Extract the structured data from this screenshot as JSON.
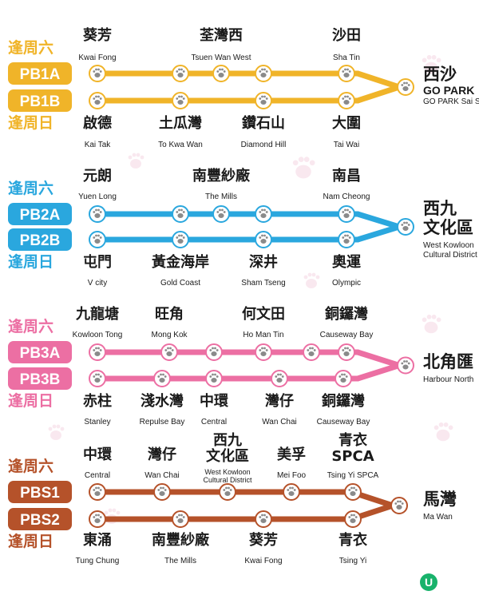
{
  "colors": {
    "PB1": "#f0b429",
    "PB2": "#2aa7de",
    "PB3": "#ec6fa3",
    "PBS": "#b5522a"
  },
  "routes": [
    {
      "id": "PB1",
      "color_key": "PB1",
      "day_top": "逢周六",
      "day_bottom": "逢周日",
      "top_route": "PB1A",
      "bottom_route": "PB1B",
      "dest": {
        "zh": [
          "西沙"
        ],
        "en": [
          "GO PARK",
          "GO PARK Sai Sha"
        ]
      },
      "top_stops": [
        {
          "zh": "葵芳",
          "en": "Kwai Fong"
        },
        {
          "zh": "荃灣西",
          "en": "Tsuen Wan West"
        },
        {
          "zh": "沙田",
          "en": "Sha Tin"
        }
      ],
      "bottom_stops": [
        {
          "zh": "啟德",
          "en": "Kai Tak"
        },
        {
          "zh": "土瓜灣",
          "en": "To Kwa Wan"
        },
        {
          "zh": "鑽石山",
          "en": "Diamond Hill"
        },
        {
          "zh": "大圍",
          "en": "Tai Wai"
        }
      ]
    },
    {
      "id": "PB2",
      "color_key": "PB2",
      "day_top": "逢周六",
      "day_bottom": "逢周日",
      "top_route": "PB2A",
      "bottom_route": "PB2B",
      "dest": {
        "zh": [
          "西九",
          "文化區"
        ],
        "en": [
          "West Kowloon",
          "Cultural District"
        ]
      },
      "top_stops": [
        {
          "zh": "元朗",
          "en": "Yuen Long"
        },
        {
          "zh": "南豐紗廠",
          "en": "The Mills"
        },
        {
          "zh": "南昌",
          "en": "Nam Cheong"
        }
      ],
      "bottom_stops": [
        {
          "zh": "屯門",
          "en": "V city"
        },
        {
          "zh": "黃金海岸",
          "en": "Gold Coast"
        },
        {
          "zh": "深井",
          "en": "Sham Tseng"
        },
        {
          "zh": "奧運",
          "en": "Olympic"
        }
      ]
    },
    {
      "id": "PB3",
      "color_key": "PB3",
      "day_top": "逢周六",
      "day_bottom": "逢周日",
      "top_route": "PB3A",
      "bottom_route": "PB3B",
      "dest": {
        "zh": [
          "北角匯"
        ],
        "en": [
          "Harbour North"
        ]
      },
      "top_stops": [
        {
          "zh": "九龍塘",
          "en": "Kowloon Tong"
        },
        {
          "zh": "旺角",
          "en": "Mong Kok"
        },
        {
          "zh": "何文田",
          "en": "Ho Man Tin"
        },
        {
          "zh": "銅鑼灣",
          "en": "Causeway Bay"
        }
      ],
      "bottom_stops": [
        {
          "zh": "赤柱",
          "en": "Stanley"
        },
        {
          "zh": "淺水灣",
          "en": "Repulse Bay"
        },
        {
          "zh": "中環",
          "en": "Central"
        },
        {
          "zh": "灣仔",
          "en": "Wan Chai"
        },
        {
          "zh": "銅鑼灣",
          "en": "Causeway Bay"
        }
      ]
    },
    {
      "id": "PBS",
      "color_key": "PBS",
      "day_top": "逢周六",
      "day_bottom": "逢周日",
      "top_route": "PBS1",
      "bottom_route": "PBS2",
      "dest": {
        "zh": [
          "馬灣"
        ],
        "en": [
          "Ma Wan"
        ]
      },
      "top_stops": [
        {
          "zh": "中環",
          "en": "Central"
        },
        {
          "zh": "灣仔",
          "en": "Wan Chai"
        },
        {
          "zh": "西九\n文化區",
          "en": "West Kowloon\nCultural District"
        },
        {
          "zh": "美孚",
          "en": "Mei Foo"
        },
        {
          "zh": "青衣\nSPCA",
          "en": "Tsing Yi SPCA"
        }
      ],
      "bottom_stops": [
        {
          "zh": "東涌",
          "en": "Tung Chung"
        },
        {
          "zh": "南豐紗廠",
          "en": "The Mills"
        },
        {
          "zh": "葵芳",
          "en": "Kwai Fong"
        },
        {
          "zh": "青衣",
          "en": "Tsing Yi"
        }
      ]
    }
  ],
  "logo_glyph": "U"
}
